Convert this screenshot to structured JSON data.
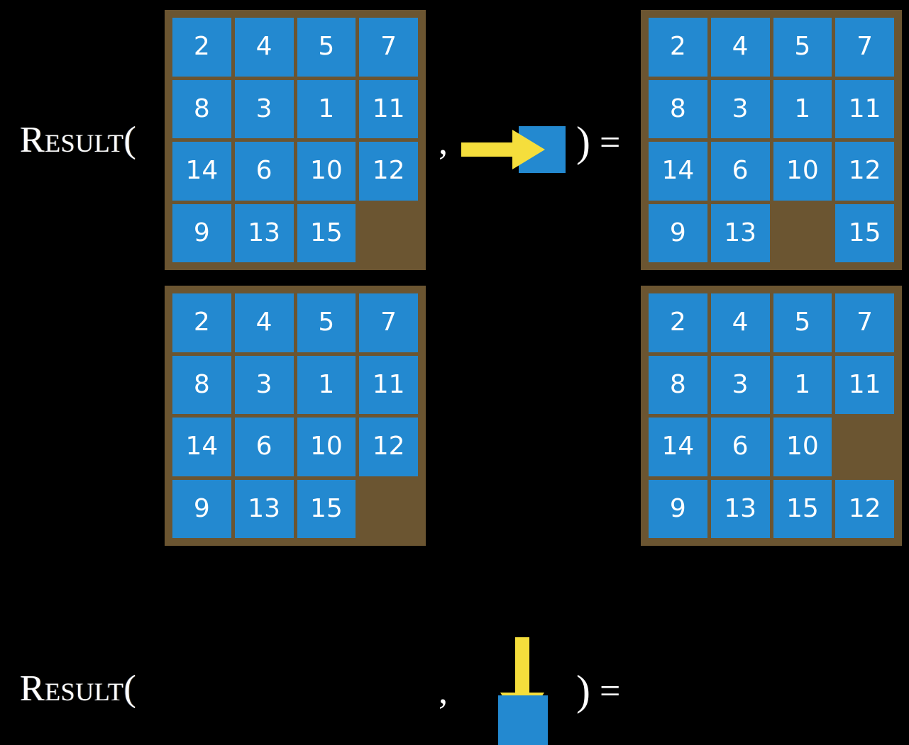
{
  "background_color": "#000000",
  "colors": {
    "tile": "#2389d0",
    "board": "#6b5531",
    "arrow": "#f5de3c",
    "text": "#ffffff"
  },
  "equations": [
    {
      "label": "Result(",
      "comma": ",",
      "close_paren": ")",
      "equals": "=",
      "move": {
        "icon": "arrow-right-icon",
        "direction": "right",
        "description": "slide tile right"
      },
      "input_board": {
        "name": "input-board-row-1",
        "rows": 4,
        "cols": 4,
        "cells": [
          [
            "2",
            "4",
            "5",
            "7"
          ],
          [
            "8",
            "3",
            "1",
            "11"
          ],
          [
            "14",
            "6",
            "10",
            "12"
          ],
          [
            "9",
            "13",
            "15",
            ""
          ]
        ]
      },
      "output_board": {
        "name": "output-board-row-1",
        "rows": 4,
        "cols": 4,
        "cells": [
          [
            "2",
            "4",
            "5",
            "7"
          ],
          [
            "8",
            "3",
            "1",
            "11"
          ],
          [
            "14",
            "6",
            "10",
            "12"
          ],
          [
            "9",
            "13",
            "",
            "15"
          ]
        ]
      }
    },
    {
      "label": "Result(",
      "comma": ",",
      "close_paren": ")",
      "equals": "=",
      "move": {
        "icon": "arrow-down-icon",
        "direction": "down",
        "description": "slide tile down"
      },
      "input_board": {
        "name": "input-board-row-2",
        "rows": 4,
        "cols": 4,
        "cells": [
          [
            "2",
            "4",
            "5",
            "7"
          ],
          [
            "8",
            "3",
            "1",
            "11"
          ],
          [
            "14",
            "6",
            "10",
            "12"
          ],
          [
            "9",
            "13",
            "15",
            ""
          ]
        ]
      },
      "output_board": {
        "name": "output-board-row-2",
        "rows": 4,
        "cols": 4,
        "cells": [
          [
            "2",
            "4",
            "5",
            "7"
          ],
          [
            "8",
            "3",
            "1",
            "11"
          ],
          [
            "14",
            "6",
            "10",
            ""
          ],
          [
            "9",
            "13",
            "15",
            "12"
          ]
        ]
      }
    }
  ]
}
